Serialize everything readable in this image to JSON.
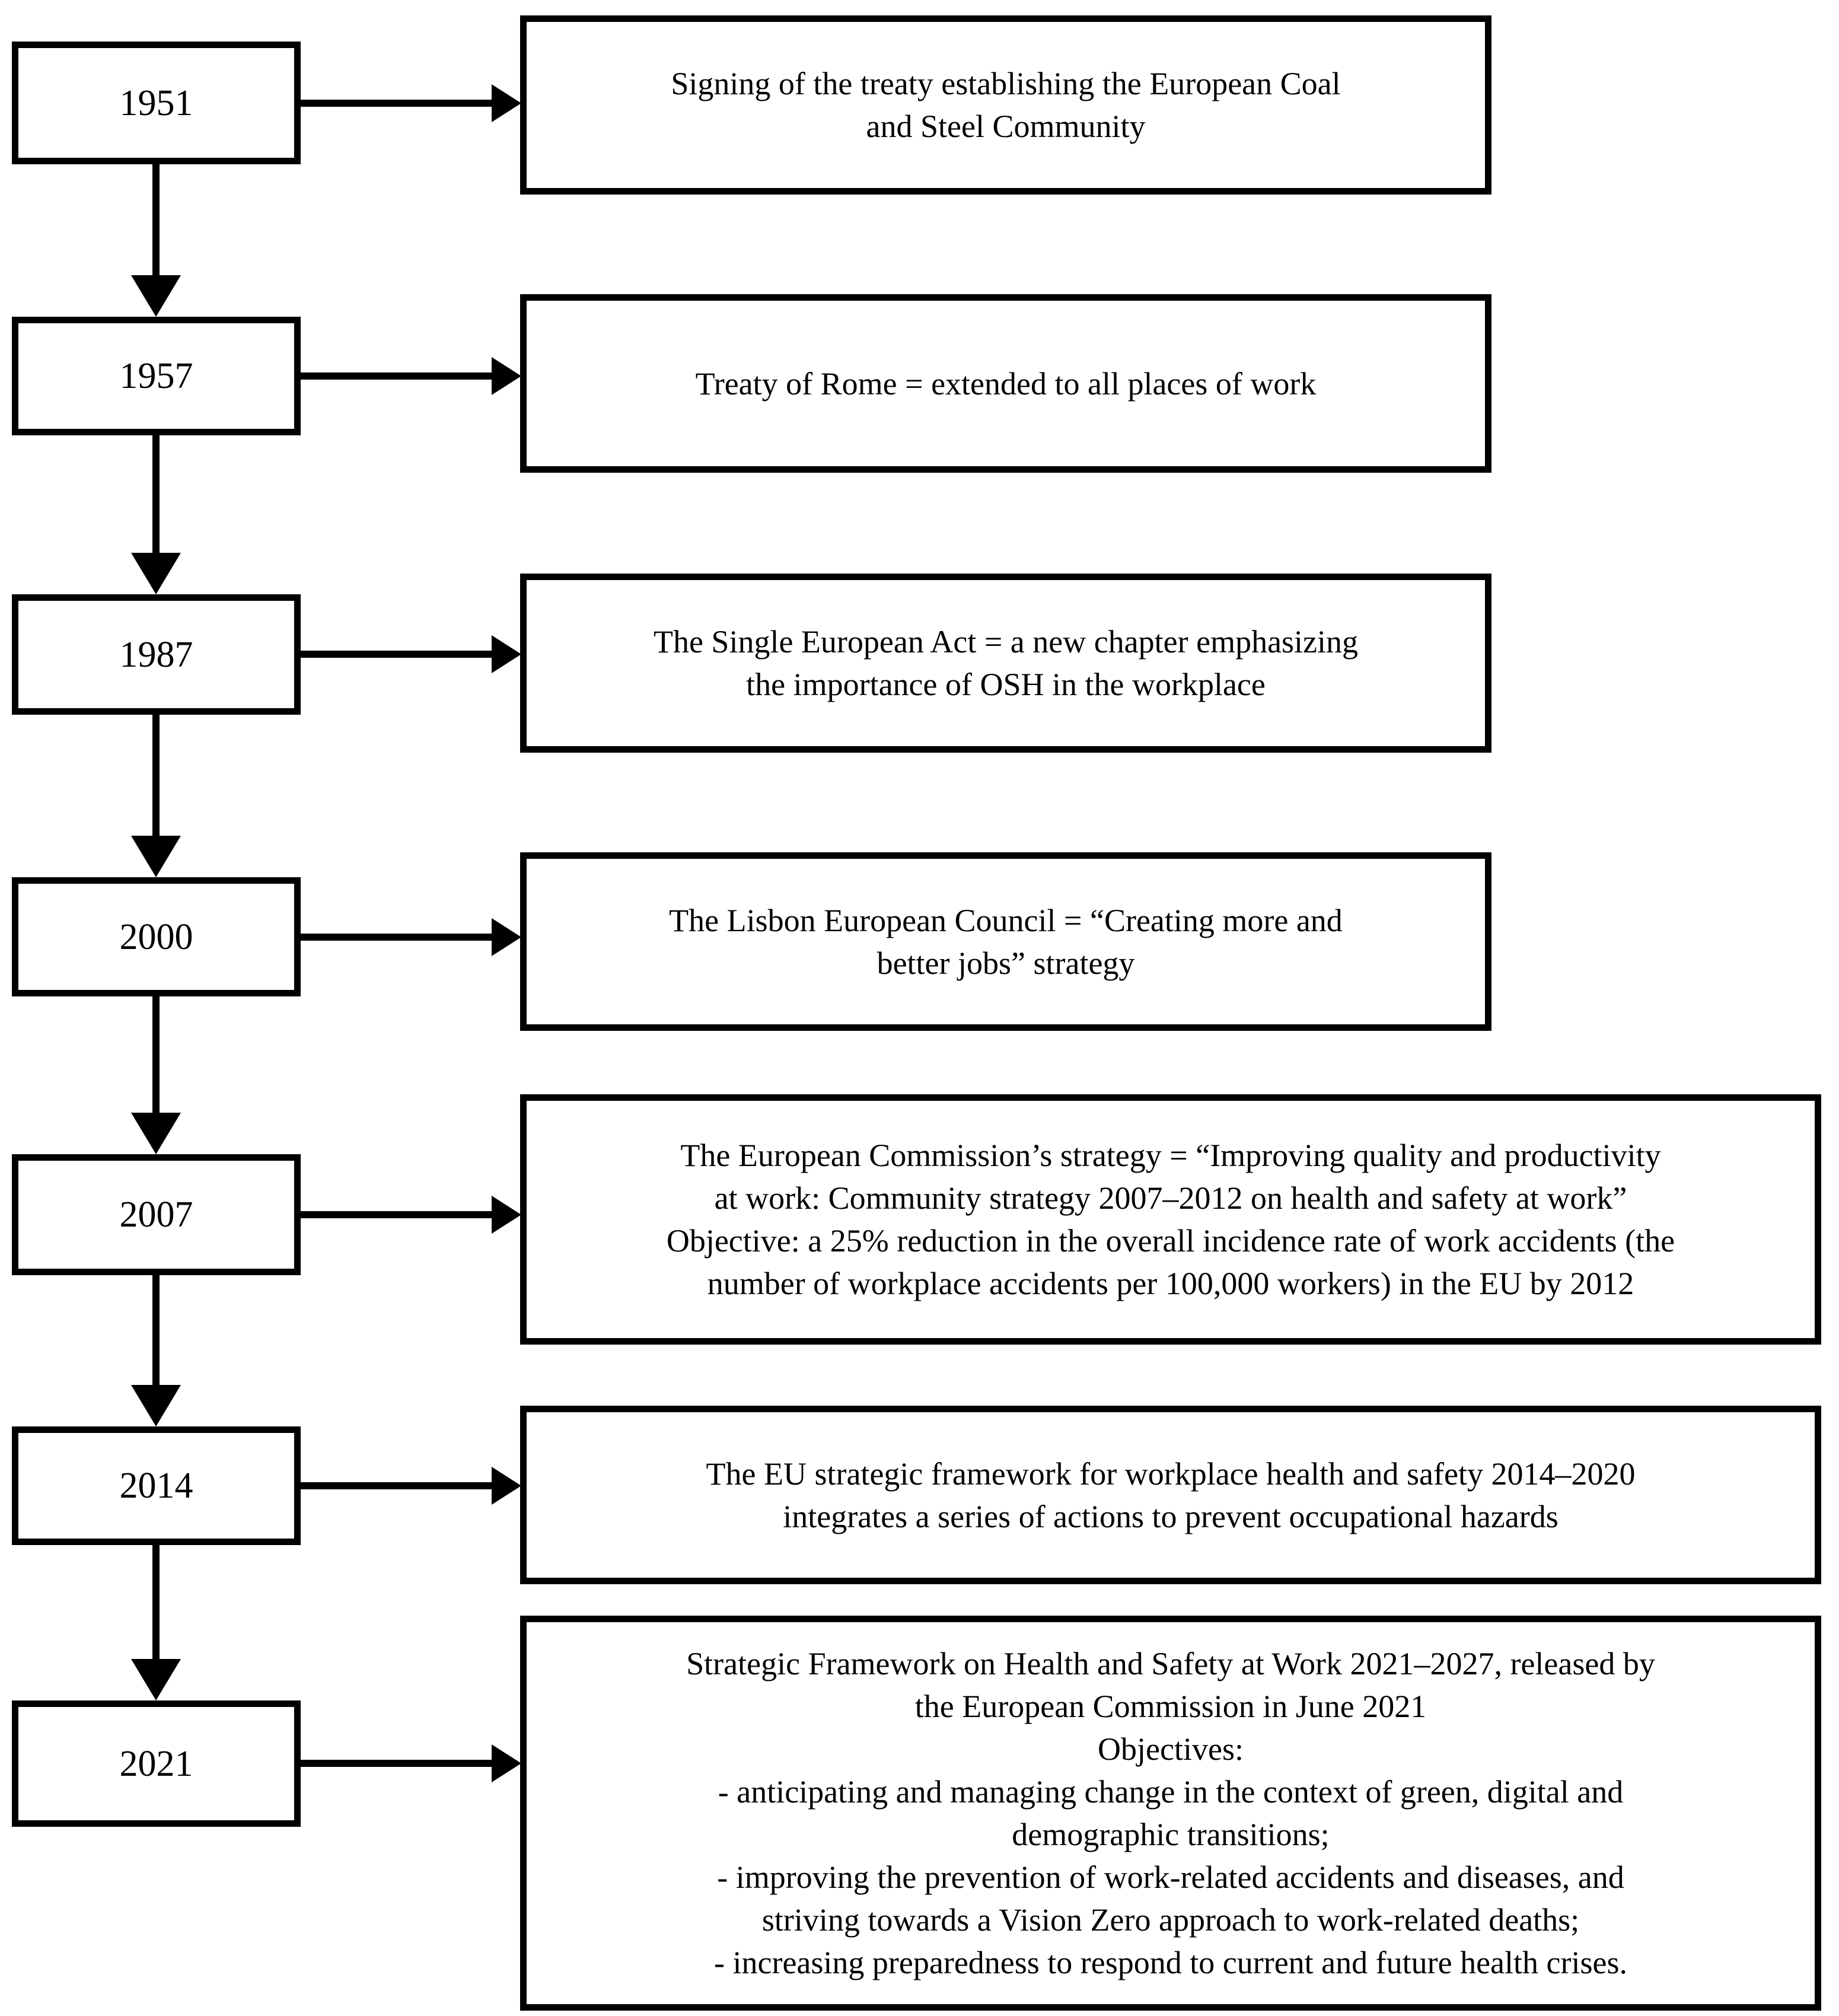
{
  "figure": {
    "background_color": "#ffffff",
    "line_color": "#000000",
    "description": "Timeline flowchart of EU occupational safety and health milestones"
  },
  "timeline": {
    "rows": [
      {
        "year": "1951",
        "description": "Signing of the treaty establishing the European Coal\nand Steel Community"
      },
      {
        "year": "1957",
        "description": "Treaty of Rome = extended to all places of work"
      },
      {
        "year": "1987",
        "description": "The Single European Act = a new chapter emphasizing\nthe importance of OSH in the workplace"
      },
      {
        "year": "2000",
        "description": "The Lisbon European Council = “Creating more and\nbetter jobs” strategy"
      },
      {
        "year": "2007",
        "description": "The European Commission’s strategy = “Improving quality and productivity\nat work: Community strategy 2007–2012 on health and safety at work”\nObjective: a 25% reduction in the overall incidence rate of work accidents (the\nnumber of workplace accidents per 100,000 workers) in the EU by 2012"
      },
      {
        "year": "2014",
        "description": "The EU strategic framework for workplace health and safety 2014–2020\nintegrates a series of actions to prevent occupational hazards"
      },
      {
        "year": "2021",
        "description": "Strategic Framework on Health and Safety at Work 2021–2027, released by\nthe European Commission in June 2021\nObjectives:\n- anticipating and managing change in the context of green, digital and\ndemographic transitions;\n- improving the prevention of work-related accidents and diseases, and\nstriving towards a Vision Zero approach to work-related deaths;\n- increasing preparedness to respond to current and future health crises."
      }
    ]
  }
}
